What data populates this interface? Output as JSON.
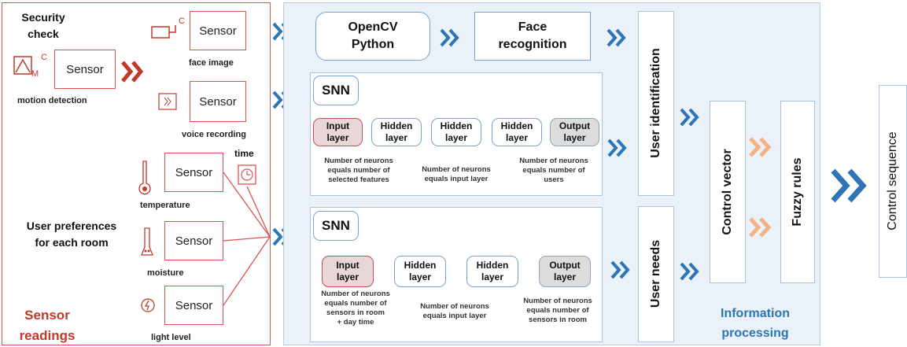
{
  "sensors": {
    "security_check": [
      "Security",
      "check"
    ],
    "sensor_label": "Sensor",
    "motion_detection": "motion detection",
    "motion_icon_letters": [
      "C",
      "M"
    ],
    "camera_icon_letter": "C",
    "face_image": "face image",
    "voice_recording": "voice recording",
    "time": "time",
    "temperature": "temperature",
    "user_preferences": [
      "User preferences",
      "for each room"
    ],
    "moisture": "moisture",
    "light_level": "light level",
    "section_title": [
      "Sensor",
      "readings"
    ]
  },
  "processing": {
    "opencv": [
      "OpenCV",
      "Python"
    ],
    "face_recognition": [
      "Face",
      "recognition"
    ],
    "snn_top": {
      "title": "SNN",
      "layers": [
        [
          "Input",
          "layer"
        ],
        [
          "Hidden",
          "layer"
        ],
        [
          "Hidden",
          "layer"
        ],
        [
          "Hidden",
          "layer"
        ],
        [
          "Output",
          "layer"
        ]
      ],
      "notes": [
        [
          "Number of neurons",
          "equals number of",
          "selected features"
        ],
        [
          "Number of neurons",
          "equals input layer"
        ],
        [
          "Number of neurons",
          "equals number of",
          "users"
        ]
      ]
    },
    "snn_bottom": {
      "title": "SNN",
      "layers": [
        [
          "Input",
          "layer"
        ],
        [
          "Hidden",
          "layer"
        ],
        [
          "Hidden",
          "layer"
        ],
        [
          "Output",
          "layer"
        ]
      ],
      "notes": [
        [
          "Number of neurons",
          "equals number of",
          "sensors in room",
          "+ day time"
        ],
        [
          "Number of neurons",
          "equals input layer"
        ],
        [
          "Number of neurons",
          "equals number of",
          "sensors in room"
        ]
      ]
    },
    "user_identification": "User identification",
    "user_needs": "User needs",
    "control_vector": "Control vector",
    "fuzzy_rules": "Fuzzy rules",
    "section_title": [
      "Information",
      "processing"
    ]
  },
  "output": {
    "control_sequence": "Control sequence"
  },
  "colors": {
    "sensor_red": "#d9534f",
    "arrow_red": "#c0392b",
    "arrow_blue": "#2e75b6",
    "arrow_orange": "#f4b183",
    "title_blue": "#2e75b6"
  }
}
